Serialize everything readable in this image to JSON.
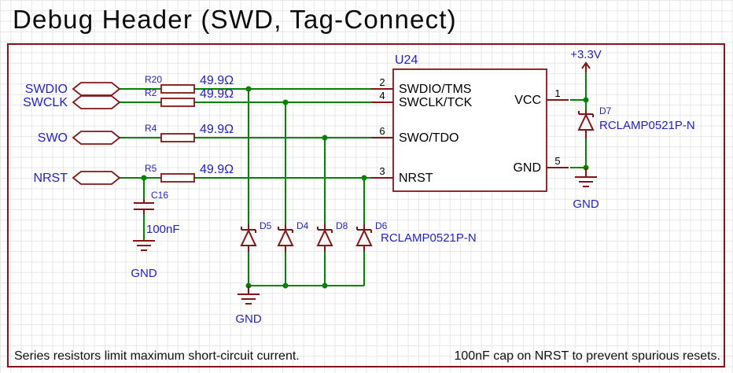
{
  "title": "Debug Header (SWD, Tag-Connect)",
  "hier_labels": {
    "swdio": "SWDIO",
    "swclk": "SWCLK",
    "swo": "SWO",
    "nrst": "NRST"
  },
  "resistors": [
    {
      "ref": "R20",
      "value": "49.9Ω"
    },
    {
      "ref": "R2",
      "value": "49.9Ω"
    },
    {
      "ref": "R4",
      "value": "49.9Ω"
    },
    {
      "ref": "R5",
      "value": "49.9Ω"
    }
  ],
  "ic": {
    "ref": "U24",
    "pins": {
      "swdio": {
        "num": "2",
        "name": "SWDIO/TMS"
      },
      "swclk": {
        "num": "4",
        "name": "SWCLK/TCK"
      },
      "swo": {
        "num": "6",
        "name": "SWO/TDO"
      },
      "nrst": {
        "num": "3",
        "name": "NRST"
      },
      "vcc": {
        "num": "1",
        "name": "VCC"
      },
      "gnd": {
        "num": "5",
        "name": "GND"
      }
    }
  },
  "capacitor": {
    "ref": "C16",
    "value": "100nF"
  },
  "clamp_diodes": {
    "refs": [
      "D5",
      "D4",
      "D8",
      "D6"
    ],
    "value": "RCLAMP0521P-N"
  },
  "supply_clamp": {
    "ref": "D7",
    "value": "RCLAMP0521P-N"
  },
  "power": {
    "rail": "+3.3V",
    "gnd": "GND"
  },
  "notes": {
    "series": "Series resistors limit maximum short-circuit current.",
    "cap": "100nF cap on NRST to prevent spurious resets."
  },
  "colors": {
    "outline": "#841417",
    "wire": "#008400",
    "field_text": "#2222cc",
    "pin_text": "#000000",
    "grid": "#e7e7e7"
  }
}
